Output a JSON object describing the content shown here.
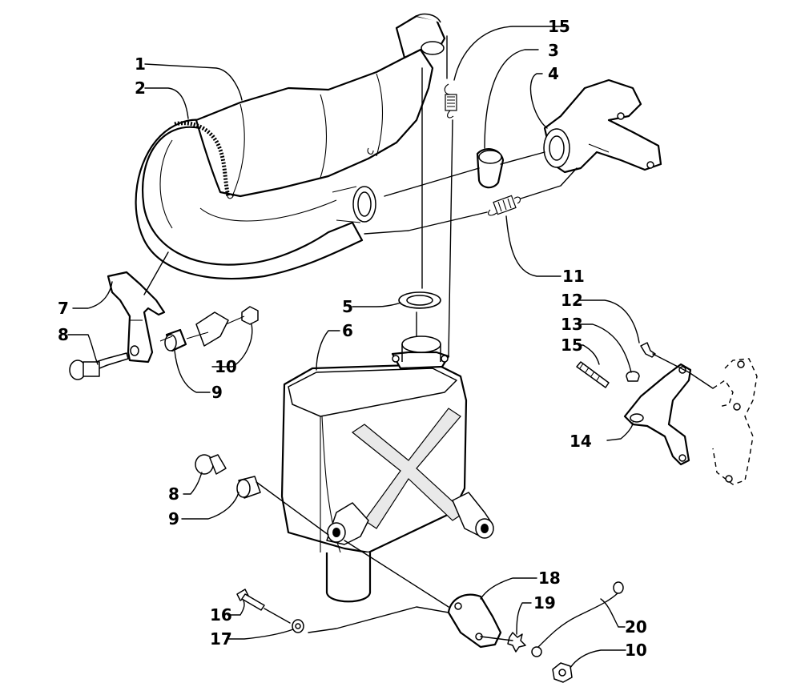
{
  "callouts": [
    {
      "id": "c1",
      "label": "1"
    },
    {
      "id": "c2",
      "label": "2"
    },
    {
      "id": "c15a",
      "label": "15"
    },
    {
      "id": "c3",
      "label": "3"
    },
    {
      "id": "c4",
      "label": "4"
    },
    {
      "id": "c11",
      "label": "11"
    },
    {
      "id": "c7",
      "label": "7"
    },
    {
      "id": "c8a",
      "label": "8"
    },
    {
      "id": "c10a",
      "label": "10"
    },
    {
      "id": "c9a",
      "label": "9"
    },
    {
      "id": "c5",
      "label": "5"
    },
    {
      "id": "c6",
      "label": "6"
    },
    {
      "id": "c12",
      "label": "12"
    },
    {
      "id": "c13",
      "label": "13"
    },
    {
      "id": "c15b",
      "label": "15"
    },
    {
      "id": "c14",
      "label": "14"
    },
    {
      "id": "c8b",
      "label": "8"
    },
    {
      "id": "c9b",
      "label": "9"
    },
    {
      "id": "c18",
      "label": "18"
    },
    {
      "id": "c19",
      "label": "19"
    },
    {
      "id": "c16",
      "label": "16"
    },
    {
      "id": "c17",
      "label": "17"
    },
    {
      "id": "c20",
      "label": "20"
    },
    {
      "id": "c10b",
      "label": "10"
    }
  ]
}
